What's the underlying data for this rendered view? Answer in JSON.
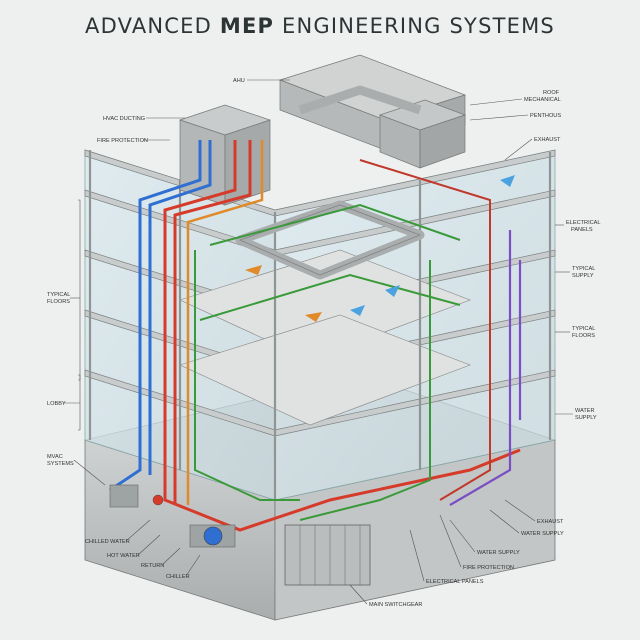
{
  "title": {
    "prefix": "ADVANCED ",
    "bold": "MEP",
    "suffix": " ENGINEERING SYSTEMS"
  },
  "labels": {
    "ahu": "AHU",
    "hvac_ducting": "HVAC DUCTING",
    "fire_protection_top": "FIRE PROTECTION",
    "typical_floors_left_1": "TYPICAL",
    "typical_floors_left_2": "FLOORS",
    "lobby": "LOBBY",
    "mvac_1": "MVAC",
    "mvac_2": "SYSTEMS",
    "chilled_water": "CHILLED WATER",
    "hot_water": "HOT WATER",
    "return": "RETURN",
    "chiller": "CHILLER",
    "roof_1": "ROOF",
    "roof_2": "MECHANICAL",
    "penthouse": "PENTHOUS",
    "exhaust_top": "EXHAUST",
    "electrical_panels_right_1": "ELECTRICAL",
    "electrical_panels_right_2": "PANELS",
    "typical_supply_1": "TYPICAL",
    "typical_supply_2": "SUPPLY",
    "typical_floors_right_1": "TYPICAL",
    "typical_floors_right_2": "FLOORS",
    "water_supply_right_1": "WATER",
    "water_supply_right_2": "SUPPLY",
    "exhaust_bottom": "EXHAUST",
    "water_supply_bottom": "WATER SUPPLY",
    "water_supply_low": "WATER SUPPLY",
    "fire_protection_bottom": "FIRE PROTECTION",
    "electrical_panels_bottom": "ELECTRICAL PANELS",
    "main_switchgear": "MAIN SWITCHGEAR"
  },
  "colors": {
    "chilled_water": "#2f6fd1",
    "hot_water": "#d63a2a",
    "return": "#e08a2a",
    "fire": "#c0392b",
    "electrical": "#3a9a3a",
    "water_supply": "#7a4fc4",
    "exhaust": "#4aa3e0",
    "structure": "#b9bdbf",
    "glass": "#cfe3ea"
  }
}
